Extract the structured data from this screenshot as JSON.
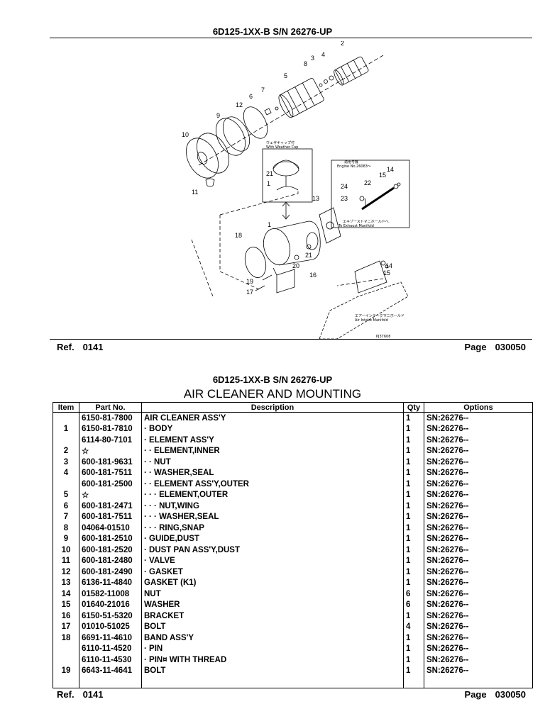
{
  "page": {
    "model": "6D125-1XX-B S/N 26276-UP",
    "section_title": "AIR CLEANER AND MOUNTING",
    "ref_label": "Ref.",
    "ref_value": "0141",
    "page_label": "Page",
    "page_value": "030050"
  },
  "diagram": {
    "callouts": [
      "2",
      "3",
      "4",
      "8",
      "5",
      "7",
      "6",
      "12",
      "9",
      "10",
      "11",
      "13",
      "1",
      "18",
      "21",
      "20",
      "16",
      "19",
      "17",
      "14",
      "15",
      "22",
      "23",
      "24"
    ],
    "weather_cap_jp": "ウェザキャップ付",
    "weather_cap_en": "With Weather Cap",
    "applicable_jp": "適用号機",
    "applicable_en": "Engine No.26083〜",
    "exhaust_jp": "エキゾーストマニホールドへ",
    "exhaust_en": "To Exhaust Manifold",
    "intake_jp": "エアーインテークマニホールド",
    "intake_en": "Air Intake Manifold",
    "figure_code": "PJ37608"
  },
  "table": {
    "headers": [
      "Item",
      "Part No.",
      "Description",
      "Qty",
      "Options"
    ],
    "rows": [
      [
        "",
        "6150-81-7800",
        "AIR CLEANER ASS'Y",
        "1",
        "SN:26276--"
      ],
      [
        "1",
        "6150-81-7810",
        "· BODY",
        "1",
        "SN:26276--"
      ],
      [
        "",
        "6114-80-7101",
        "· ELEMENT ASS'Y",
        "1",
        "SN:26276--"
      ],
      [
        "2",
        "☆",
        "· · ELEMENT,INNER",
        "1",
        "SN:26276--"
      ],
      [
        "3",
        "600-181-9631",
        "· · NUT",
        "1",
        "SN:26276--"
      ],
      [
        "4",
        "600-181-7511",
        "· · WASHER,SEAL",
        "1",
        "SN:26276--"
      ],
      [
        "",
        "600-181-2500",
        "· · ELEMENT ASS'Y,OUTER",
        "1",
        "SN:26276--"
      ],
      [
        "5",
        "☆",
        "· · · ELEMENT,OUTER",
        "1",
        "SN:26276--"
      ],
      [
        "6",
        "600-181-2471",
        "· · · NUT,WING",
        "1",
        "SN:26276--"
      ],
      [
        "7",
        "600-181-7511",
        "· · · WASHER,SEAL",
        "1",
        "SN:26276--"
      ],
      [
        "8",
        "04064-01510",
        "· · · RING,SNAP",
        "1",
        "SN:26276--"
      ],
      [
        "9",
        "600-181-2510",
        "· GUIDE,DUST",
        "1",
        "SN:26276--"
      ],
      [
        "10",
        "600-181-2520",
        "· DUST PAN ASS'Y,DUST",
        "1",
        "SN:26276--"
      ],
      [
        "11",
        "600-181-2480",
        "· VALVE",
        "1",
        "SN:26276--"
      ],
      [
        "12",
        "600-181-2490",
        "· GASKET",
        "1",
        "SN:26276--"
      ],
      [
        "13",
        "6136-11-4840",
        "GASKET (K1)",
        "1",
        "SN:26276--"
      ],
      [
        "14",
        "01582-11008",
        "NUT",
        "6",
        "SN:26276--"
      ],
      [
        "15",
        "01640-21016",
        "WASHER",
        "6",
        "SN:26276--"
      ],
      [
        "16",
        "6150-51-5320",
        "BRACKET",
        "1",
        "SN:26276--"
      ],
      [
        "17",
        "01010-51025",
        "BOLT",
        "4",
        "SN:26276--"
      ],
      [
        "18",
        "6691-11-4610",
        "BAND ASS'Y",
        "1",
        "SN:26276--"
      ],
      [
        "",
        "6110-11-4520",
        "· PIN",
        "1",
        "SN:26276--"
      ],
      [
        "",
        "6110-11-4530",
        "· PIN¤ WITH THREAD",
        "1",
        "SN:26276--"
      ],
      [
        "19",
        "6643-11-4641",
        "BOLT",
        "1",
        "SN:26276--"
      ],
      [
        "",
        "",
        "",
        "",
        ""
      ]
    ]
  }
}
